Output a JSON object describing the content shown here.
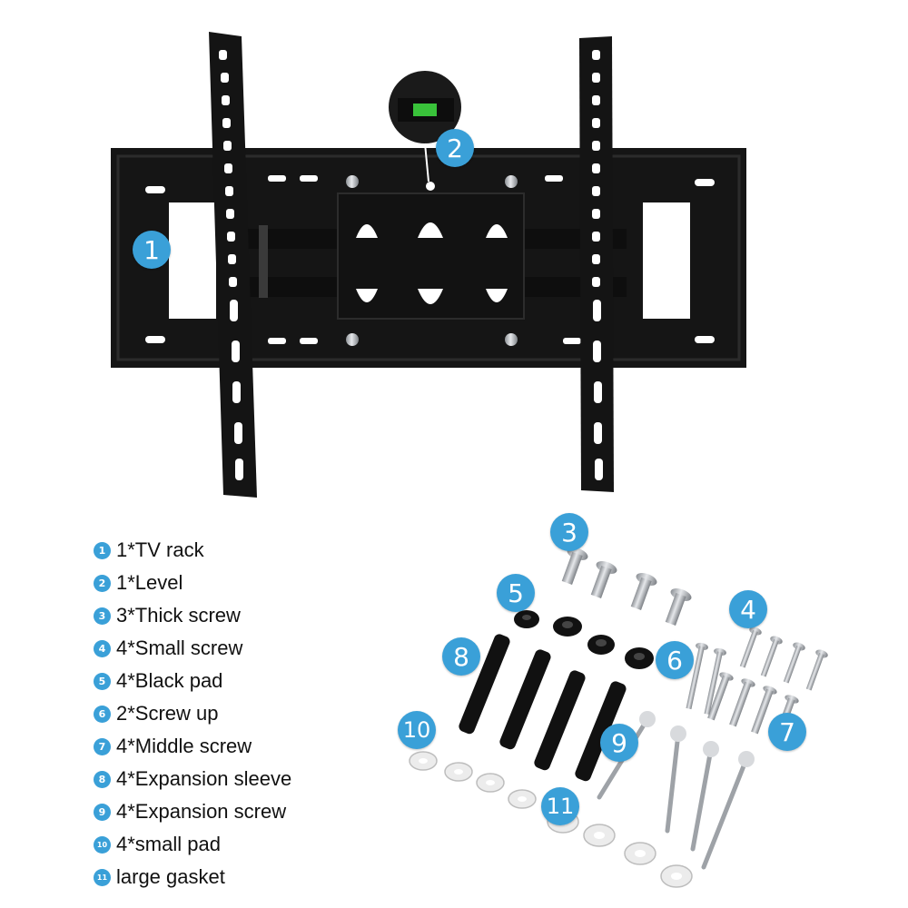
{
  "badges": {
    "b1": "1",
    "b2": "2",
    "b3": "3",
    "b4": "4",
    "b5": "5",
    "b6": "6",
    "b7": "7",
    "b8": "8",
    "b9": "9",
    "b10": "10",
    "b11": "11"
  },
  "parts": [
    {
      "num": "1",
      "label": "1*TV rack"
    },
    {
      "num": "2",
      "label": "1*Level"
    },
    {
      "num": "3",
      "label": "3*Thick screw"
    },
    {
      "num": "4",
      "label": "4*Small screw"
    },
    {
      "num": "5",
      "label": "4*Black pad"
    },
    {
      "num": "6",
      "label": "2*Screw up"
    },
    {
      "num": "7",
      "label": "4*Middle screw"
    },
    {
      "num": "8",
      "label": "4*Expansion sleeve"
    },
    {
      "num": "9",
      "label": "4*Expansion screw"
    },
    {
      "num": "10",
      "label": "4*small pad"
    },
    {
      "num": "11",
      "label": "large gasket"
    }
  ],
  "colors": {
    "accent": "#3aa0d8",
    "metal": "#161616",
    "steel": "#b8bcc2"
  }
}
